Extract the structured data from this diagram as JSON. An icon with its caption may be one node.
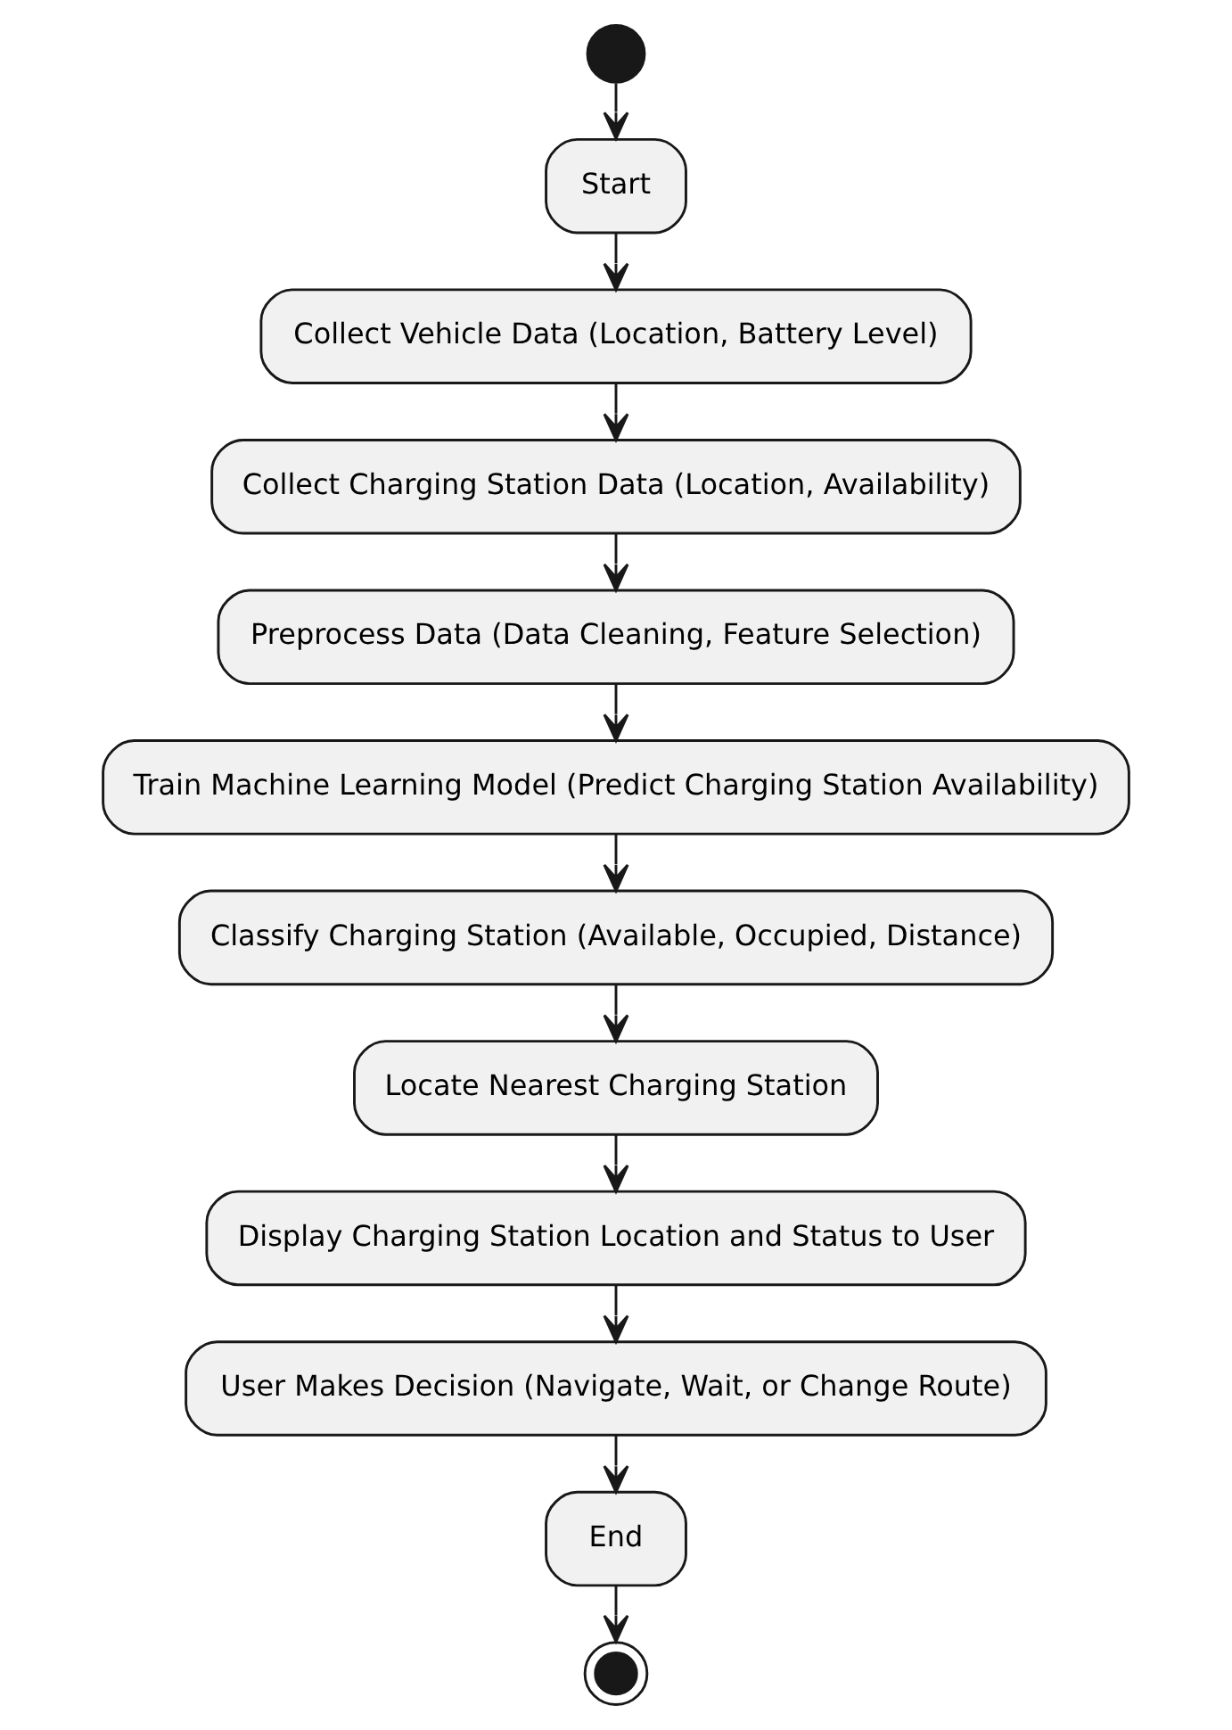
{
  "diagram": {
    "nodes": [
      {
        "text": [],
        "shape": "circle"
      },
      {
        "text": [
          "Start"
        ]
      },
      {
        "text": [
          "Collect Vehicle Data (Location, Battery Level)"
        ]
      },
      {
        "text": [
          "Collect Charging Station Data (Location, Availability)"
        ]
      },
      {
        "text": [
          "Preprocess Data (Data Cleaning, Feature Selection)"
        ]
      },
      {
        "text": [
          "Train Machine Learning Model (Predict Charging Station Availability)"
        ]
      },
      {
        "text": [
          "Classify Charging Station (Available, Occupied, Distance)"
        ]
      },
      {
        "text": [
          "Locate Nearest Charging Station"
        ]
      },
      {
        "text": [
          "Display Charging Station Location and Status to User"
        ]
      },
      {
        "text": [
          "User Makes Decision (Navigate, Wait, or Change Route)"
        ]
      },
      {
        "text": [
          "End"
        ]
      },
      {
        "text": [],
        "shape": "target"
      }
    ],
    "edges": [
      {
        "from": 0,
        "to": 1,
        "arrow": "to"
      },
      {
        "from": 1,
        "to": 2,
        "arrow": "to"
      },
      {
        "from": 2,
        "to": 3,
        "arrow": "to"
      },
      {
        "from": 3,
        "to": 4,
        "arrow": "to"
      },
      {
        "from": 4,
        "to": 5,
        "arrow": "to"
      },
      {
        "from": 5,
        "to": 6,
        "arrow": "to"
      },
      {
        "from": 6,
        "to": 7,
        "arrow": "to"
      },
      {
        "from": 7,
        "to": 8,
        "arrow": "to"
      },
      {
        "from": 8,
        "to": 9,
        "arrow": "to"
      },
      {
        "from": 9,
        "to": 10,
        "arrow": "to"
      },
      {
        "from": 10,
        "to": 11,
        "arrow": "to"
      }
    ]
  }
}
